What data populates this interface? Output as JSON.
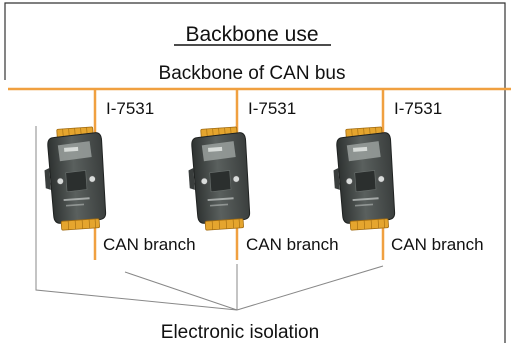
{
  "title": "Backbone use",
  "backbone_label": "Backbone of CAN bus",
  "modules": [
    {
      "model": "I-7531",
      "branch_label": "CAN branch"
    },
    {
      "model": "I-7531",
      "branch_label": "CAN branch"
    },
    {
      "model": "I-7531",
      "branch_label": "CAN branch"
    }
  ],
  "isolation_label": "Electronic isolation",
  "colors": {
    "bus_line": "#f0a040",
    "frame": "#333333",
    "isolation_lines": "#888888",
    "module_body": "#4a4f4e",
    "module_label_plate": "#9aa09e",
    "terminal": "#e5a52e"
  }
}
